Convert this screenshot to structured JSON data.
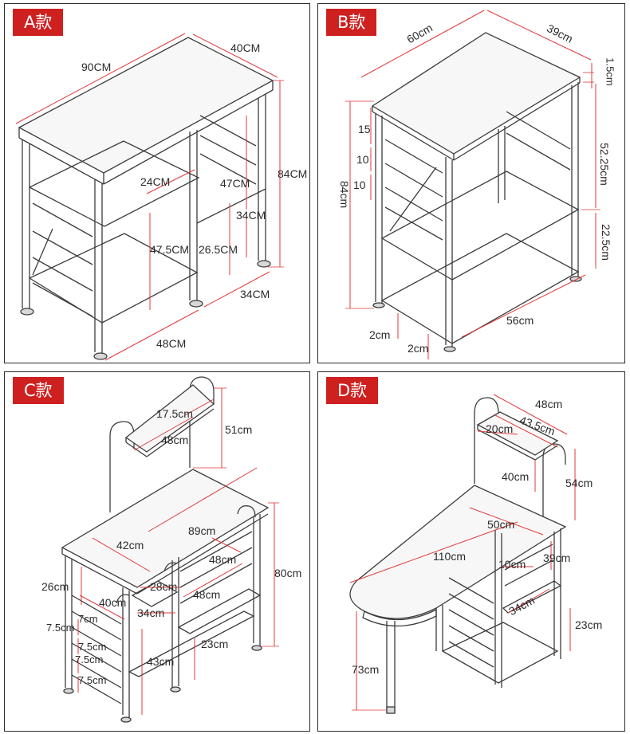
{
  "panels": [
    {
      "label": "A款",
      "dimensions": {
        "width": "90CM",
        "depth": "40CM",
        "height": "84CM",
        "top_inner_width": "24CM",
        "top_inner_height": "47CM",
        "right_upper_height": "34CM",
        "mid_height": "47.5CM",
        "mid_right_height": "26.5CM",
        "bottom_depth": "34CM",
        "bottom_width": "48CM"
      }
    },
    {
      "label": "B款",
      "dimensions": {
        "width": "60cm",
        "depth": "39cm",
        "top_thickness": "1.5cm",
        "upper_height": "52.25cm",
        "lower_height": "22.5cm",
        "total_height": "84cm",
        "slot_15": "15",
        "slot_10a": "10",
        "slot_10b": "10",
        "foot_2a": "2cm",
        "foot_2b": "2cm",
        "base_width": "56cm"
      }
    },
    {
      "label": "C款",
      "dimensions": {
        "shelf_depth": "17.5cm",
        "shelf_width": "48cm",
        "shelf_height": "51cm",
        "depth": "42cm",
        "width": "89cm",
        "height": "80cm",
        "left_side": "26cm",
        "inner_width": "40cm",
        "side_7": "7cm",
        "rack_75a": "7.5cm",
        "rack_75b": "7.5cm",
        "rack_75c": "7.5cm",
        "rack_75d": "7.5cm",
        "compartment_28": "28cm",
        "compartment_34": "34cm",
        "right_upper": "48cm",
        "right_mid": "48cm",
        "bottom_23": "23cm",
        "bottom_43": "43cm"
      }
    },
    {
      "label": "D款",
      "dimensions": {
        "shelf_width": "48cm",
        "shelf_inner": "43.5cm",
        "shelf_depth": "20cm",
        "shelf_rise": "40cm",
        "upper_height": "54cm",
        "table_width": "50cm",
        "table_length": "110cm",
        "rack_10": "10cm",
        "rack_39": "39cm",
        "rack_34": "34cm",
        "rack_23": "23cm",
        "leg_height": "73cm"
      }
    }
  ]
}
